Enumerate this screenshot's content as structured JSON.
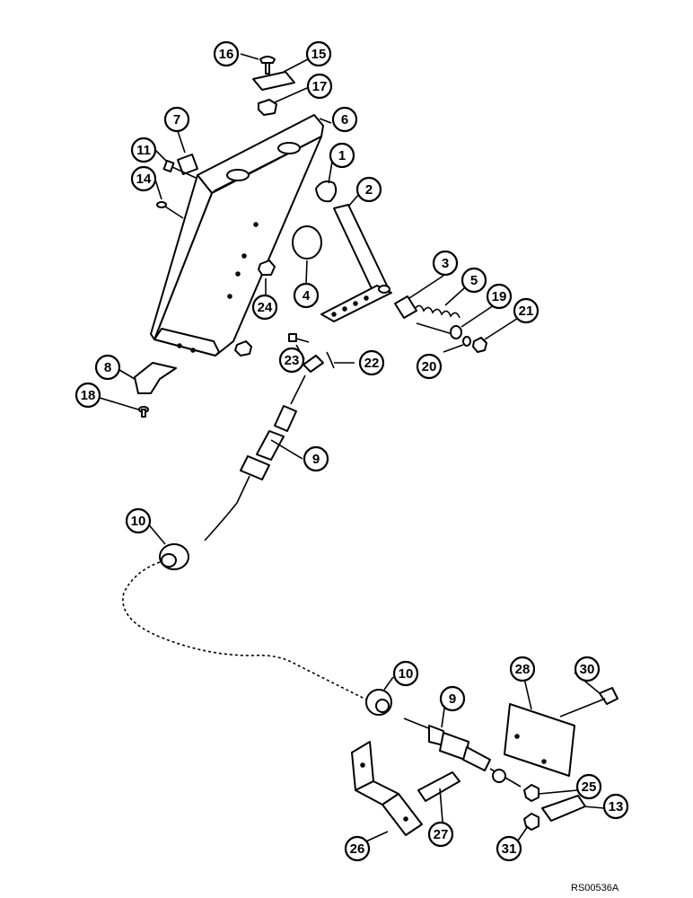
{
  "diagram": {
    "drawing_code": "RS00536A",
    "callouts": [
      {
        "id": "c16",
        "label": "16"
      },
      {
        "id": "c15",
        "label": "15"
      },
      {
        "id": "c17",
        "label": "17"
      },
      {
        "id": "c7",
        "label": "7"
      },
      {
        "id": "c6",
        "label": "6"
      },
      {
        "id": "c11",
        "label": "11"
      },
      {
        "id": "c1",
        "label": "1"
      },
      {
        "id": "c14",
        "label": "14"
      },
      {
        "id": "c2",
        "label": "2"
      },
      {
        "id": "c3",
        "label": "3"
      },
      {
        "id": "c5",
        "label": "5"
      },
      {
        "id": "c19",
        "label": "19"
      },
      {
        "id": "c21",
        "label": "21"
      },
      {
        "id": "c4",
        "label": "4"
      },
      {
        "id": "c24",
        "label": "24"
      },
      {
        "id": "c20",
        "label": "20"
      },
      {
        "id": "c23",
        "label": "23"
      },
      {
        "id": "c22",
        "label": "22"
      },
      {
        "id": "c8",
        "label": "8"
      },
      {
        "id": "c18",
        "label": "18"
      },
      {
        "id": "c9a",
        "label": "9"
      },
      {
        "id": "c10a",
        "label": "10"
      },
      {
        "id": "c10b",
        "label": "10"
      },
      {
        "id": "c28",
        "label": "28"
      },
      {
        "id": "c30",
        "label": "30"
      },
      {
        "id": "c9b",
        "label": "9"
      },
      {
        "id": "c25",
        "label": "25"
      },
      {
        "id": "c13",
        "label": "13"
      },
      {
        "id": "c27",
        "label": "27"
      },
      {
        "id": "c26",
        "label": "26"
      },
      {
        "id": "c31",
        "label": "31"
      }
    ]
  }
}
